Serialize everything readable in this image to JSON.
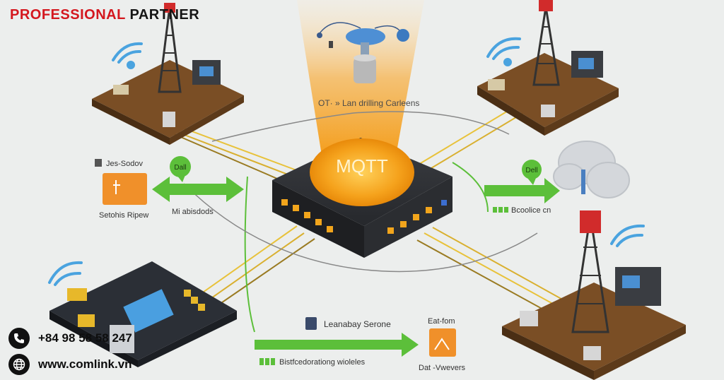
{
  "brand": {
    "word1": "PROFESSIONAL",
    "word2": "PARTNER"
  },
  "hub": {
    "label": "MQTT",
    "beam_caption": "OT· » Lan drilling Carleens"
  },
  "left_box": {
    "top_label": "Jes-Sodov",
    "bottom_label": "Setohis Ripew",
    "bubble": "Dall",
    "arrow_label": "Mi abisdods"
  },
  "right_side": {
    "bubble": "Dell",
    "arrow_label": "Bcoolice cn"
  },
  "bottom_center": {
    "label": "Leanabay Serone",
    "arrow_label": "Bistfcedorationg wioleles"
  },
  "bottom_right": {
    "top_label": "Eat-fom",
    "bottom_label": "Dat -Vwevers"
  },
  "contact": {
    "phone": "+84 98 58 58 247",
    "website": "www.comlink.vn"
  },
  "colors": {
    "brand_red": "#d4171e",
    "hub_glow": "#f5a623",
    "arrow_green": "#5cbf3a",
    "wifi_blue": "#4aa3df",
    "board_brown": "#8a5a2b"
  },
  "icons": [
    "phone-icon",
    "globe-icon",
    "wifi-icon",
    "cloud-icon",
    "antenna-tower-icon"
  ]
}
